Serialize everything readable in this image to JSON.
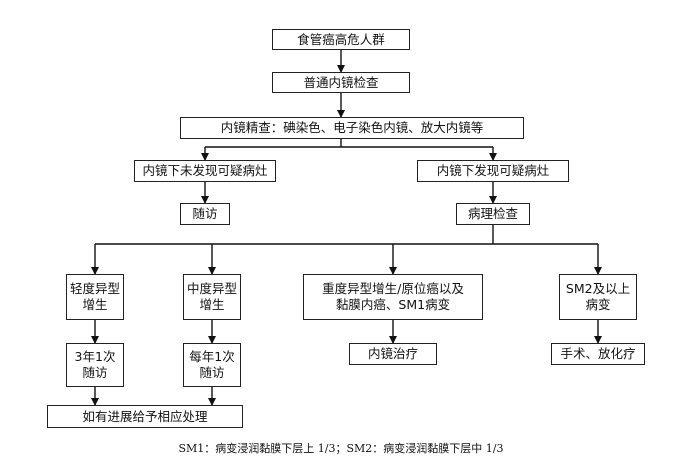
{
  "nodes": {
    "high_risk": "食管癌高危人群",
    "endoscopy": "普通内镜检查",
    "fine_endoscopy": "内镜精查：碘染色、电子染色内镜、放大内镜等",
    "no_lesion": "内镜下未发现可疑病灶",
    "lesion": "内镜下发现可疑病灶",
    "follow_up": "随访",
    "pathology": "病理检查",
    "mild_line1": "轻度异型",
    "mild_line2": "增生",
    "moderate_line1": "中度异型",
    "moderate_line2": "增生",
    "severe_line1": "重度异型增生/原位癌以及",
    "severe_line2": "黏膜内癌、SM1病变",
    "sm2_line1": "SM2及以上",
    "sm2_line2": "病变",
    "mild_fu_line1": "3年1次",
    "mild_fu_line2": "随访",
    "moderate_fu_line1": "每年1次",
    "moderate_fu_line2": "随访",
    "endo_treatment": "内镜治疗",
    "surgery": "手术、放化疗",
    "progress": "如有进展给予相应处理"
  },
  "caption": "SM1：病变浸润黏膜下层上 1/3；SM2：病变浸润黏膜下层中 1/3"
}
